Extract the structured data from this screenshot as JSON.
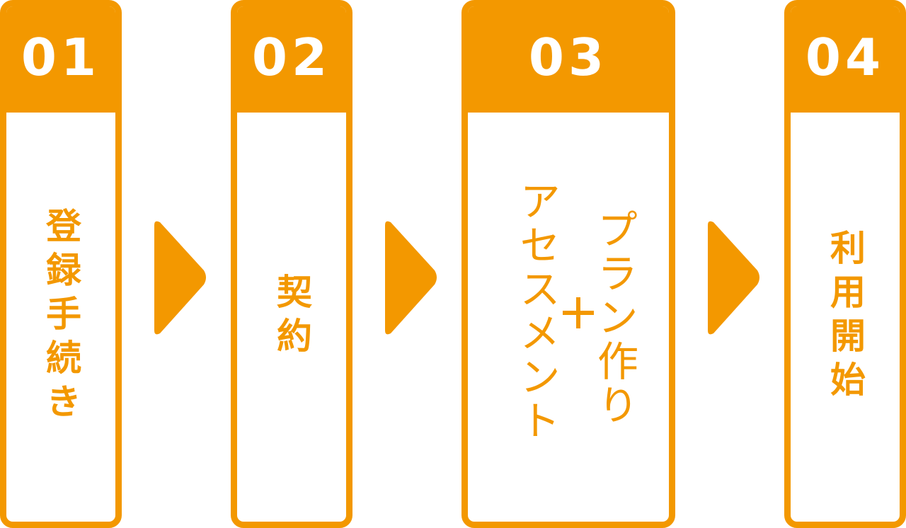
{
  "steps": [
    {
      "number": "01",
      "label": "登録手続き"
    },
    {
      "number": "02",
      "label": "契約"
    },
    {
      "number": "03",
      "label_line1": "プラン作り",
      "separator": "＋",
      "label_line2": "アセスメント"
    },
    {
      "number": "04",
      "label": "利用開始"
    }
  ],
  "colors": {
    "accent": "#f39800",
    "text_on_accent": "#ffffff",
    "background": "#ffffff"
  }
}
